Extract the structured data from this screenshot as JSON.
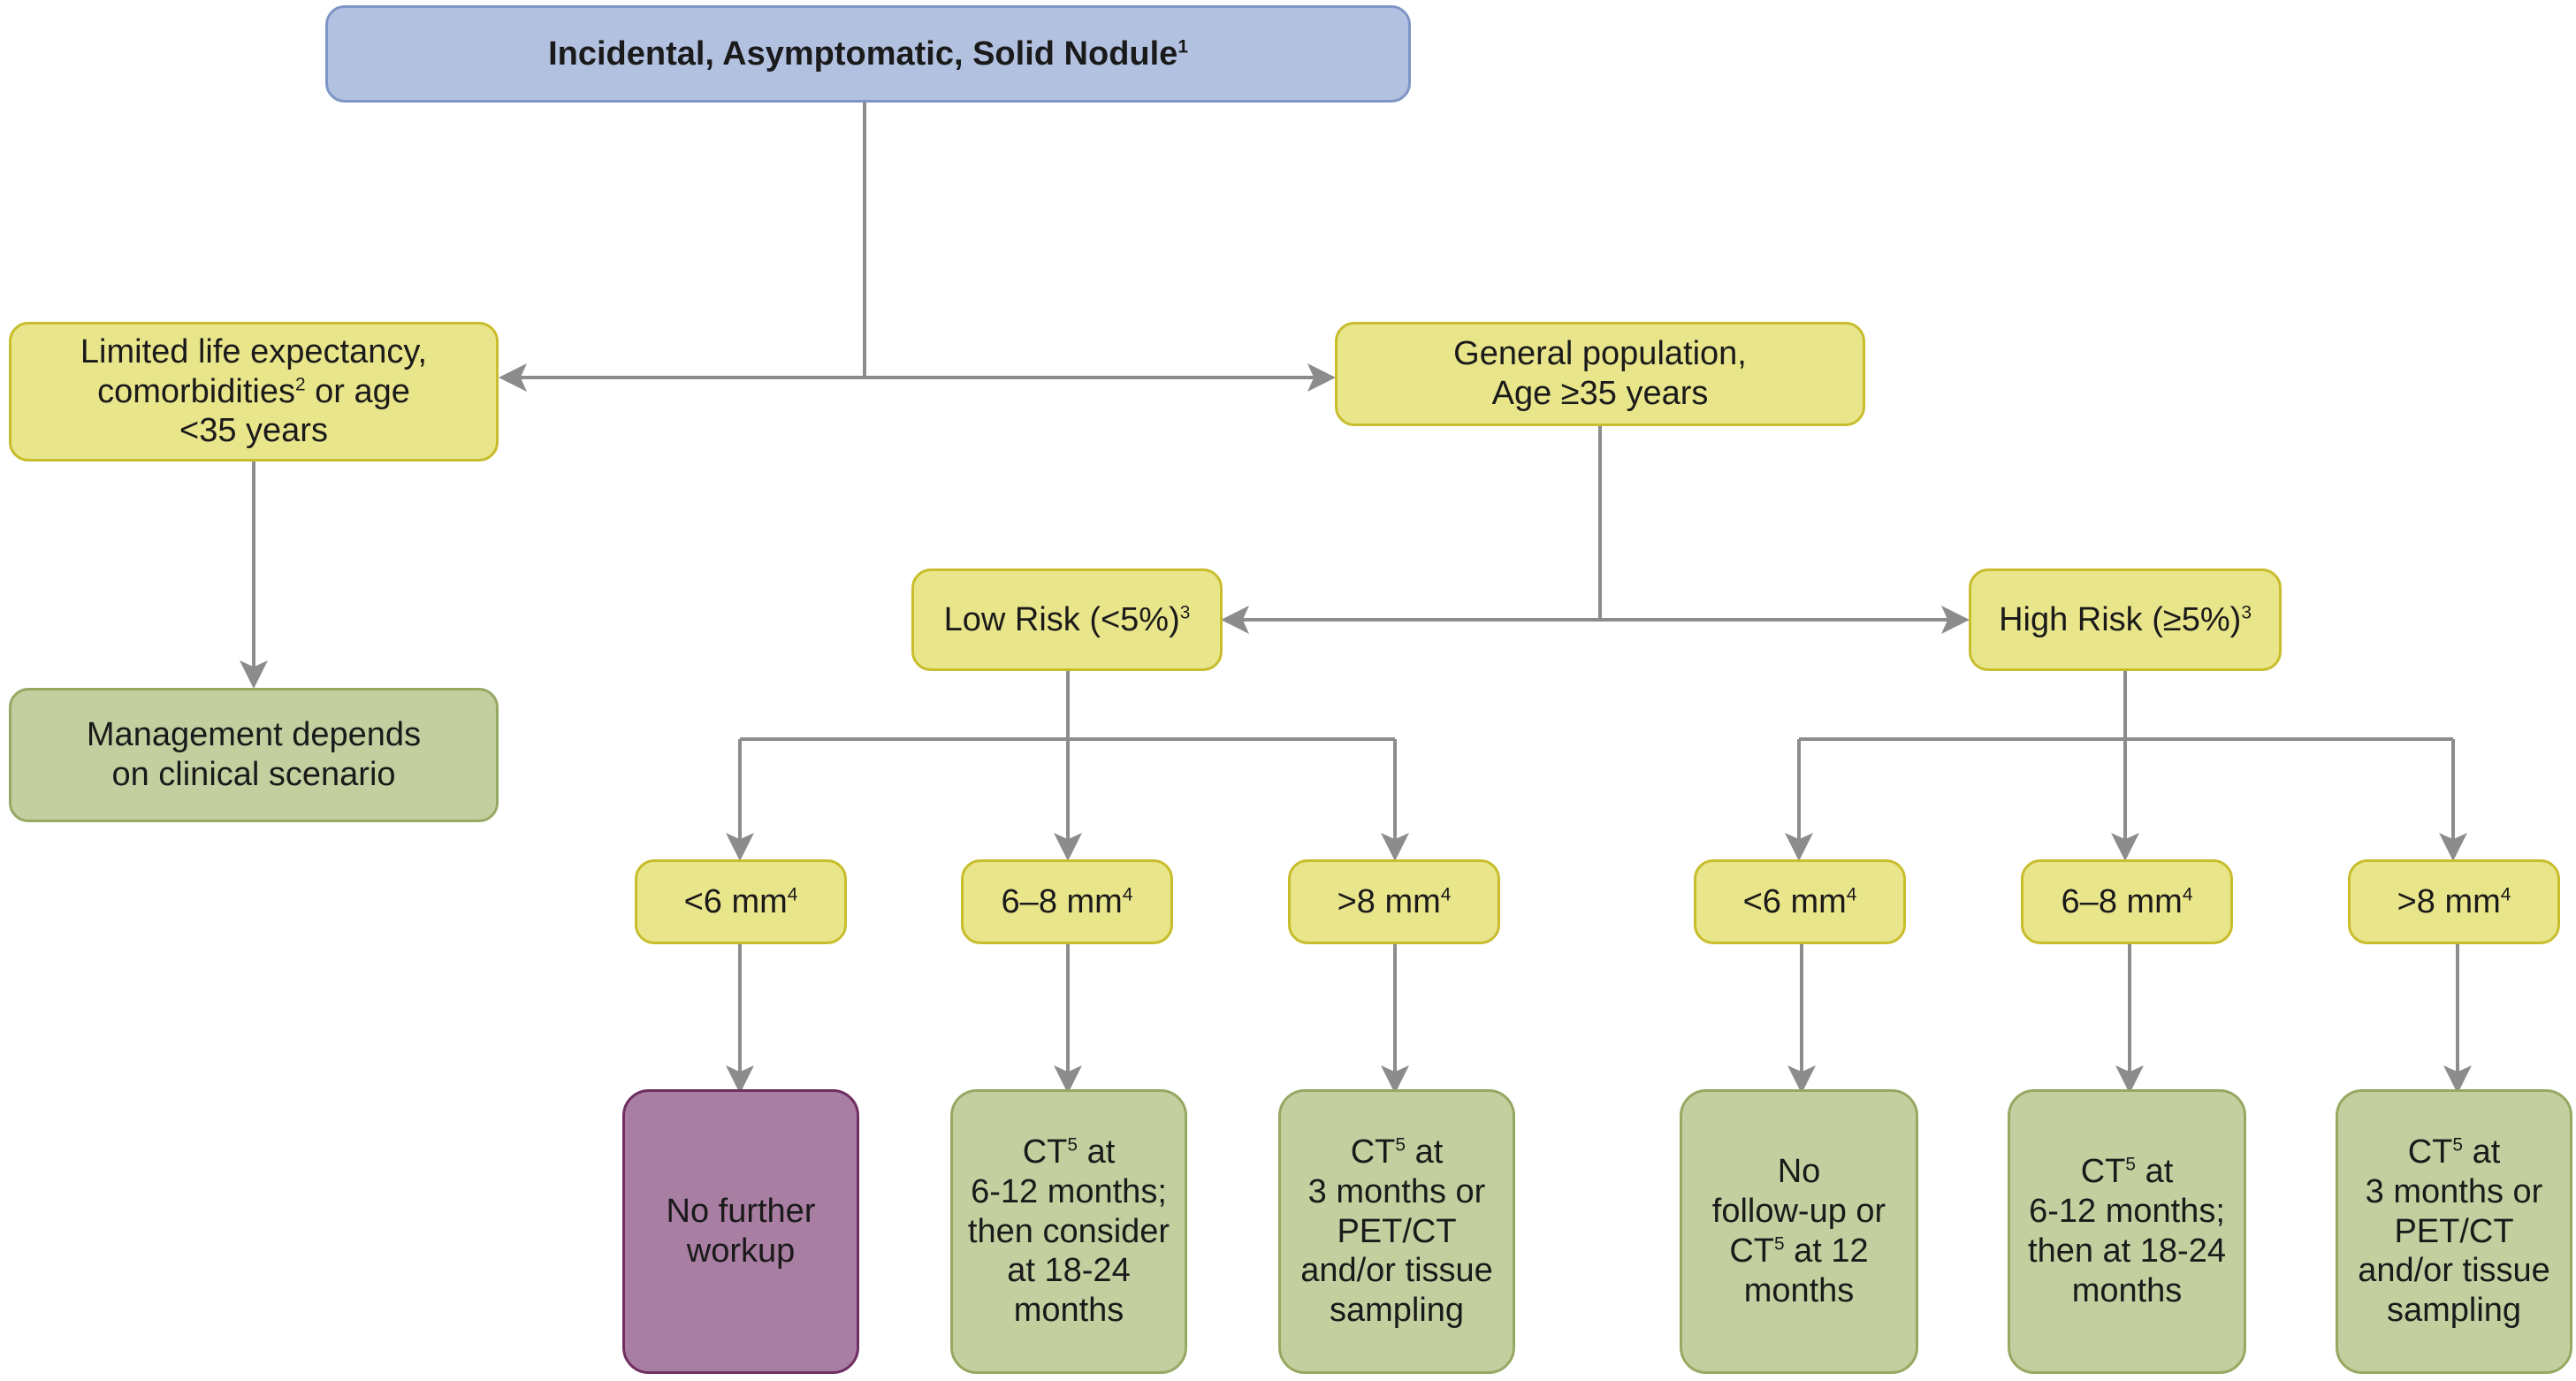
{
  "colors": {
    "title_fill": "#b3c1e1",
    "decision_fill": "#e9e58b",
    "outcome_fill": "#c3cf9f",
    "no_workup_fill": "#a97ea3",
    "connector": "#8c8c8c"
  },
  "root": {
    "text": "Incidental, Asymptomatic, Solid Nodule",
    "sup": "1"
  },
  "limited": {
    "line1": "Limited life expectancy,",
    "line2_pre": "comorbidities",
    "line2_sup": "2",
    "line2_post": " or age",
    "line3": "<35 years"
  },
  "management": {
    "line1": "Management depends",
    "line2": "on clinical scenario"
  },
  "general": {
    "line1": "General population,",
    "line2": "Age ≥35 years"
  },
  "low_risk": {
    "text": "Low Risk (<5%)",
    "sup": "3"
  },
  "high_risk": {
    "text": "High Risk (≥5%)",
    "sup": "3"
  },
  "sizes": {
    "lt6": "<6 mm",
    "mid": "6–8 mm",
    "gt8": ">8 mm",
    "sup": "4"
  },
  "outcomes": {
    "low_lt6": {
      "line1": "No further",
      "line2": "workup"
    },
    "low_mid": {
      "pre": "CT",
      "sup": "5",
      "post": " at",
      "line2": "6-12 months;",
      "line3": "then consider",
      "line4": "at 18-24",
      "line5": "months"
    },
    "low_gt8": {
      "pre": "CT",
      "sup": "5",
      "post": " at",
      "line2": "3 months or",
      "line3": "PET/CT",
      "line4": "and/or tissue",
      "line5": "sampling"
    },
    "high_lt6": {
      "line1": "No",
      "line2": "follow-up or",
      "pre": "CT",
      "sup": "5",
      "post": " at 12",
      "line4": "months"
    },
    "high_mid": {
      "pre": "CT",
      "sup": "5",
      "post": " at",
      "line2": "6-12 months;",
      "line3": "then at 18-24",
      "line4": "months"
    },
    "high_gt8": {
      "pre": "CT",
      "sup": "5",
      "post": " at",
      "line2": "3 months or",
      "line3": "PET/CT",
      "line4": "and/or tissue",
      "line5": "sampling"
    }
  }
}
